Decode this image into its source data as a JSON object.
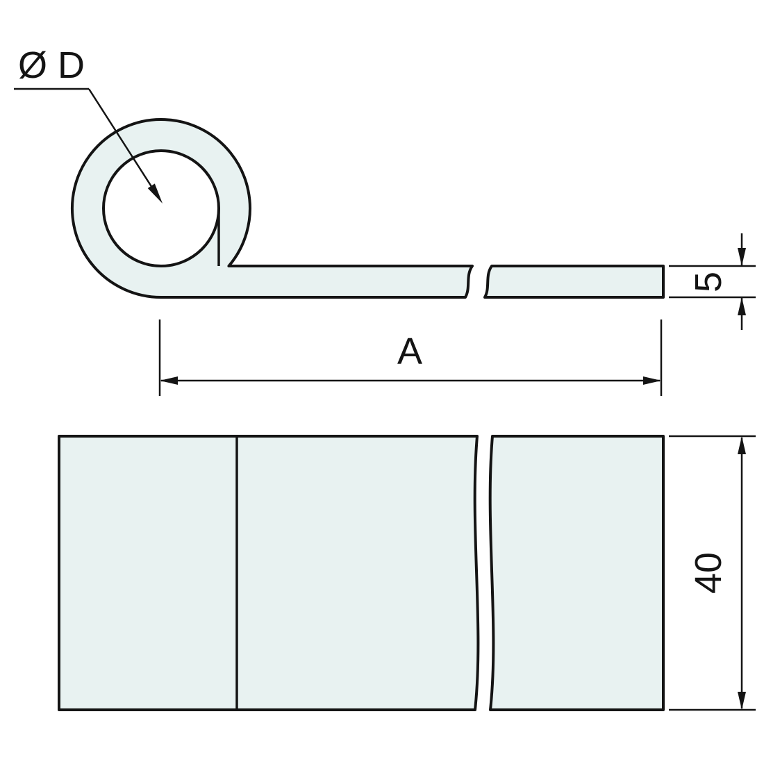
{
  "drawing": {
    "labels": {
      "diameter": "Ø D",
      "thickness": "5",
      "length": "A",
      "width": "40"
    },
    "colors": {
      "fill": "#e8f2f1",
      "line": "#141414",
      "background": "#ffffff"
    }
  }
}
